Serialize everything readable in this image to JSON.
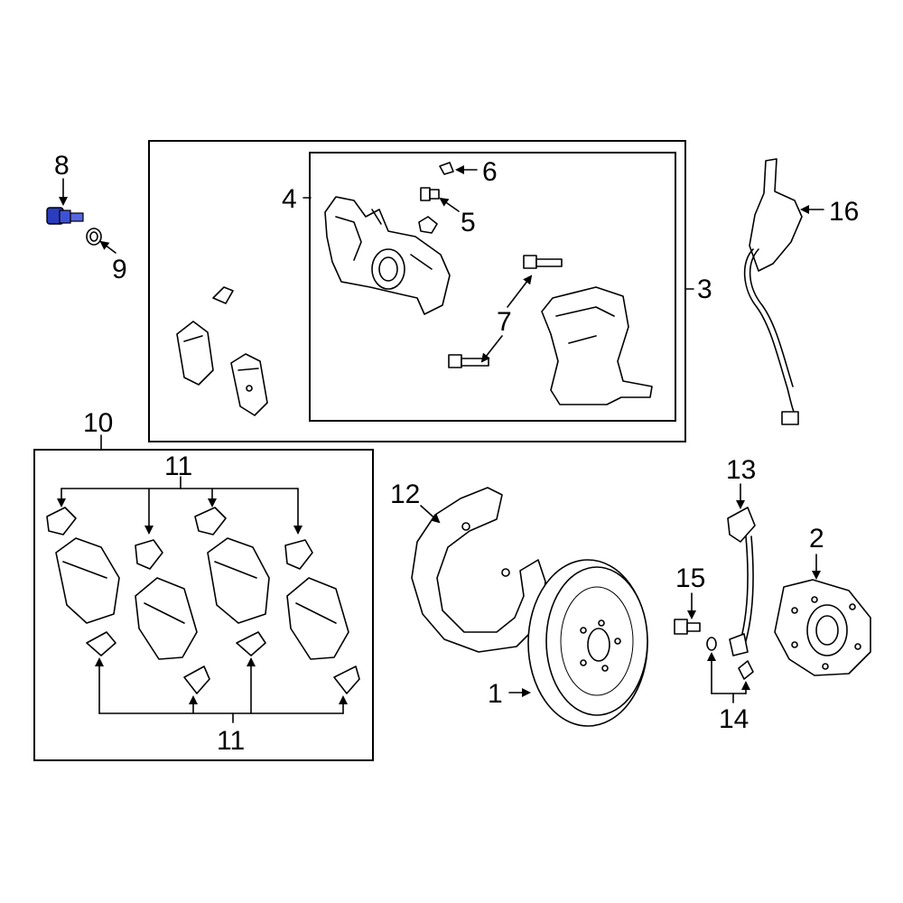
{
  "callouts": {
    "c1": "1",
    "c2": "2",
    "c3": "3",
    "c4": "4",
    "c5": "5",
    "c6": "6",
    "c7": "7",
    "c8": "8",
    "c9": "9",
    "c10": "10",
    "c11_top": "11",
    "c11_bottom": "11",
    "c12": "12",
    "c13": "13",
    "c14": "14",
    "c15": "15",
    "c16": "16"
  },
  "colors": {
    "highlight_part": "#2a3dbf",
    "line": "#000000",
    "background": "#ffffff"
  },
  "highlighted_part": "8"
}
